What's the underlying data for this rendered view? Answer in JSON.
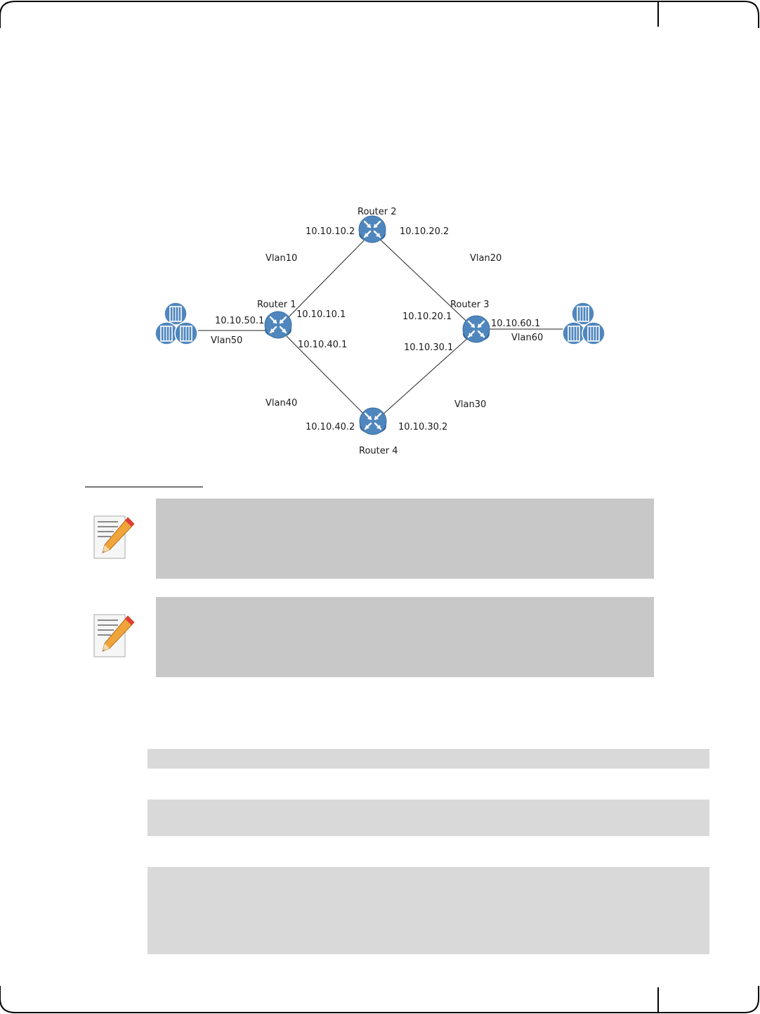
{
  "diagram": {
    "routers": [
      {
        "id": "r1",
        "name": "Router 1"
      },
      {
        "id": "r2",
        "name": "Router 2"
      },
      {
        "id": "r3",
        "name": "Router 3"
      },
      {
        "id": "r4",
        "name": "Router 4"
      }
    ],
    "links": [
      {
        "vlan": "Vlan10",
        "a": "r1",
        "a_ip": "10.10.10.1",
        "b": "r2",
        "b_ip": "10.10.10.2"
      },
      {
        "vlan": "Vlan20",
        "a": "r2",
        "a_ip": "10.10.20.2",
        "b": "r3",
        "b_ip": "10.10.20.1"
      },
      {
        "vlan": "Vlan30",
        "a": "r3",
        "a_ip": "10.10.30.1",
        "b": "r4",
        "b_ip": "10.10.30.2"
      },
      {
        "vlan": "Vlan40",
        "a": "r1",
        "a_ip": "10.10.40.1",
        "b": "r4",
        "b_ip": "10.10.40.2"
      },
      {
        "vlan": "Vlan50",
        "a": "r1",
        "a_ip": "10.10.50.1",
        "b": "servers-left",
        "b_ip": ""
      },
      {
        "vlan": "Vlan60",
        "a": "r3",
        "a_ip": "10.10.60.1",
        "b": "servers-right",
        "b_ip": ""
      }
    ]
  },
  "icons": {
    "router": "router-icon",
    "server_group": "server-cluster-icon",
    "note": "note-pencil-icon"
  },
  "colors": {
    "router_blue": "#4f86bd",
    "note_box": "#c8c8c8",
    "code_box": "#d9d9d9"
  }
}
